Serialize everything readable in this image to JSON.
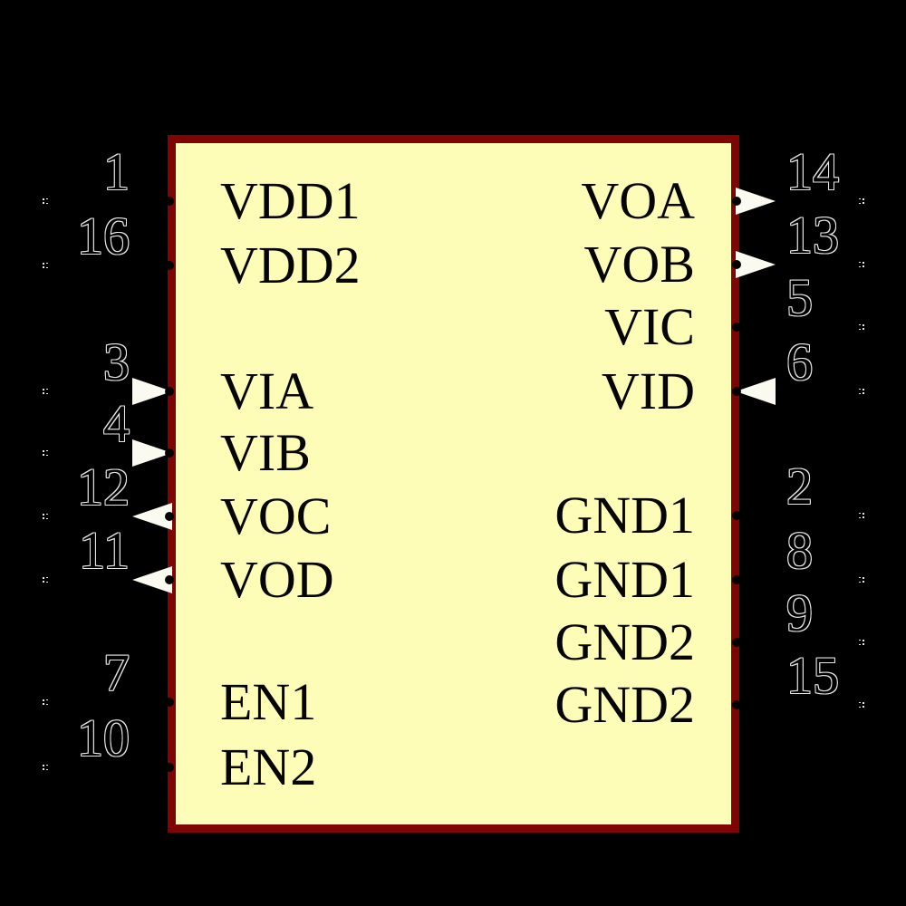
{
  "component": {
    "kind": "ic-schematic-symbol",
    "colors": {
      "background": "#000000",
      "body_fill": "#fdfdb8",
      "body_border": "#7f0404",
      "arrow_fill": "#fafaf0",
      "pin_number_halo": "#e6e6e6",
      "label_text": "#050505",
      "marker_dots": "#e6e6e6"
    },
    "pins": {
      "left": [
        {
          "number": "1",
          "label": "VDD1",
          "arrow": "none"
        },
        {
          "number": "16",
          "label": "VDD2",
          "arrow": "none"
        },
        {
          "number": "3",
          "label": "VIA",
          "arrow": "in"
        },
        {
          "number": "4",
          "label": "VIB",
          "arrow": "in"
        },
        {
          "number": "12",
          "label": "VOC",
          "arrow": "out"
        },
        {
          "number": "11",
          "label": "VOD",
          "arrow": "out"
        },
        {
          "number": "7",
          "label": "EN1",
          "arrow": "none"
        },
        {
          "number": "10",
          "label": "EN2",
          "arrow": "none"
        }
      ],
      "right": [
        {
          "number": "14",
          "label": "VOA",
          "arrow": "out"
        },
        {
          "number": "13",
          "label": "VOB",
          "arrow": "out"
        },
        {
          "number": "5",
          "label": "VIC",
          "arrow": "none"
        },
        {
          "number": "6",
          "label": "VID",
          "arrow": "in"
        },
        {
          "number": "2",
          "label": "GND1",
          "arrow": "none"
        },
        {
          "number": "8",
          "label": "GND1",
          "arrow": "none"
        },
        {
          "number": "9",
          "label": "GND2",
          "arrow": "none"
        },
        {
          "number": "15",
          "label": "GND2",
          "arrow": "none"
        }
      ]
    }
  }
}
